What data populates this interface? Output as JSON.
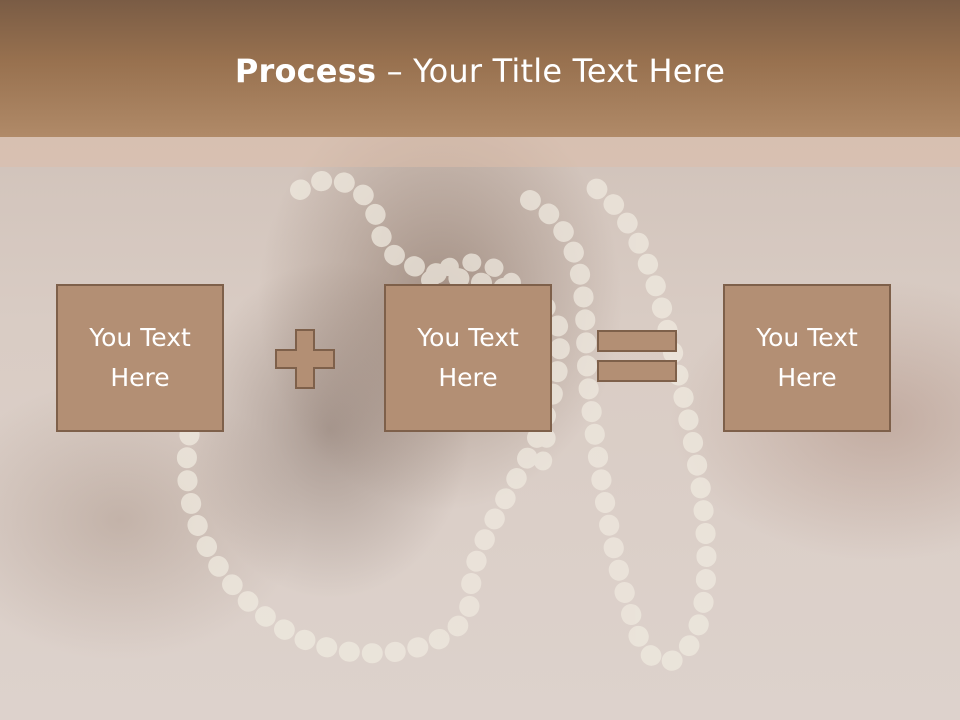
{
  "slide": {
    "title_bold": "Process",
    "title_rest": " – Your Title Text Here"
  },
  "boxes": [
    {
      "text": "You Text Here"
    },
    {
      "text": "You Text Here"
    },
    {
      "text": "You Text Here"
    }
  ],
  "operators": [
    "plus-icon",
    "equals-icon"
  ],
  "colors": {
    "header": "#98714f",
    "box_fill": "#b38f74",
    "box_border": "#7e604a",
    "text": "#ffffff"
  }
}
